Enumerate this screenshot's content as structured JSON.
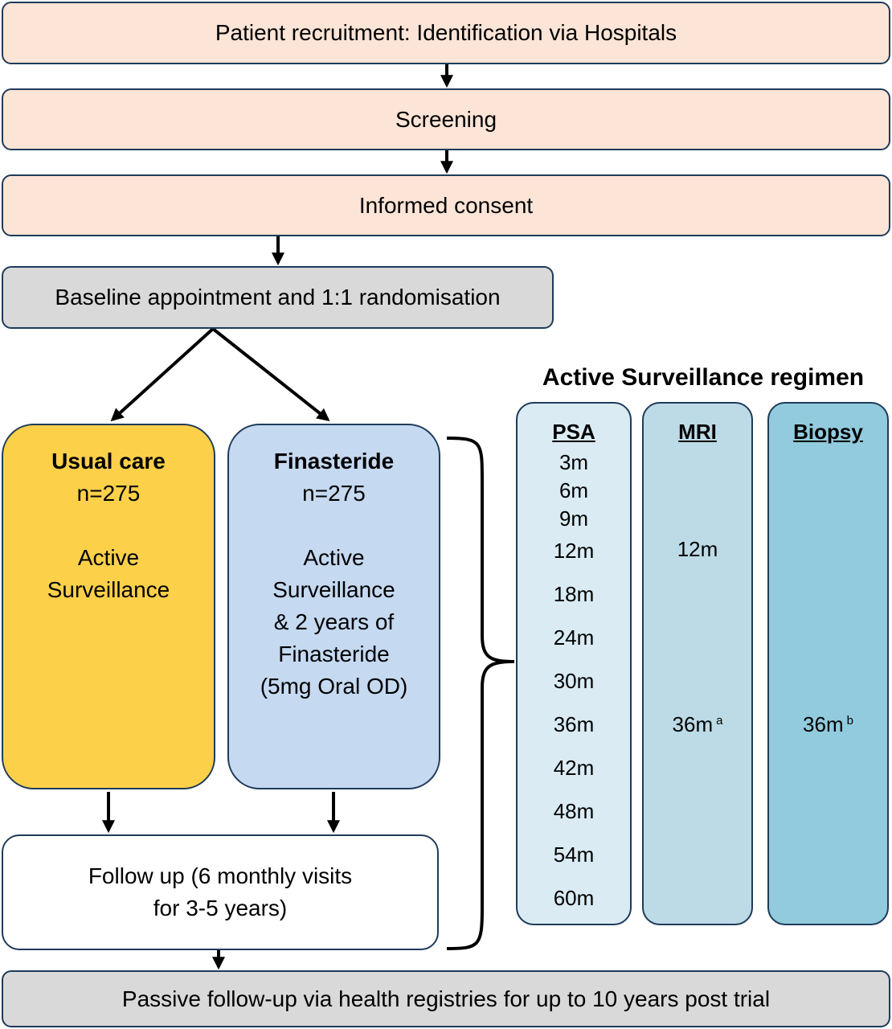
{
  "boxes": {
    "recruitment": "Patient recruitment: Identification via Hospitals",
    "screening": "Screening",
    "consent": "Informed consent",
    "baseline": "Baseline appointment and 1:1 randomisation",
    "followup_line1": "Follow up (6 monthly visits",
    "followup_line2": "for 3-5 years)",
    "passive": "Passive follow-up via health registries for up to 10 years post trial"
  },
  "arms": {
    "usual_care": {
      "title": "Usual care",
      "n": "n=275",
      "desc_line1": "Active",
      "desc_line2": "Surveillance"
    },
    "finasteride": {
      "title": "Finasteride",
      "n": "n=275",
      "desc_line1": "Active",
      "desc_line2": "Surveillance",
      "desc_line3": "& 2 years of",
      "desc_line4": "Finasteride",
      "desc_line5": "(5mg Oral OD)"
    }
  },
  "regimen": {
    "title": "Active Surveillance regimen",
    "psa": {
      "header": "PSA",
      "items": [
        "3m",
        "6m",
        "9m",
        "12m",
        "18m",
        "24m",
        "30m",
        "36m",
        "42m",
        "48m",
        "54m",
        "60m"
      ]
    },
    "mri": {
      "header": "MRI",
      "items": [
        "12m",
        "36m"
      ],
      "footnote": "a"
    },
    "biopsy": {
      "header": "Biopsy",
      "items": [
        "36m"
      ],
      "footnote": "b"
    }
  },
  "colors": {
    "peach": "#fce4d6",
    "grey": "#d9d9d9",
    "usual_care": "#fdd04a",
    "finasteride": "#c5d9f1",
    "psa": "#daebf4",
    "mri": "#bcdbe7",
    "biopsy": "#92cbde",
    "border": "#1f3b5a"
  }
}
